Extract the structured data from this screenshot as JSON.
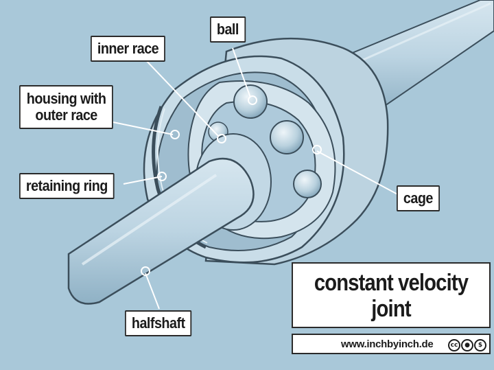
{
  "title": {
    "line1": "constant velocity",
    "line2": "joint"
  },
  "labels": {
    "ball": "ball",
    "inner_race": "inner race",
    "housing_line1": "housing with",
    "housing_line2": "outer race",
    "retaining_ring": "retaining ring",
    "cage": "cage",
    "halfshaft": "halfshaft"
  },
  "credit": {
    "url": "www.inchbyinch.de",
    "icons": [
      "cc-icon",
      "by-icon",
      "nc-icon"
    ]
  },
  "colors": {
    "background": "#a9c8d9",
    "metal": "#c9dde8",
    "outline": "#3b4e5b"
  }
}
